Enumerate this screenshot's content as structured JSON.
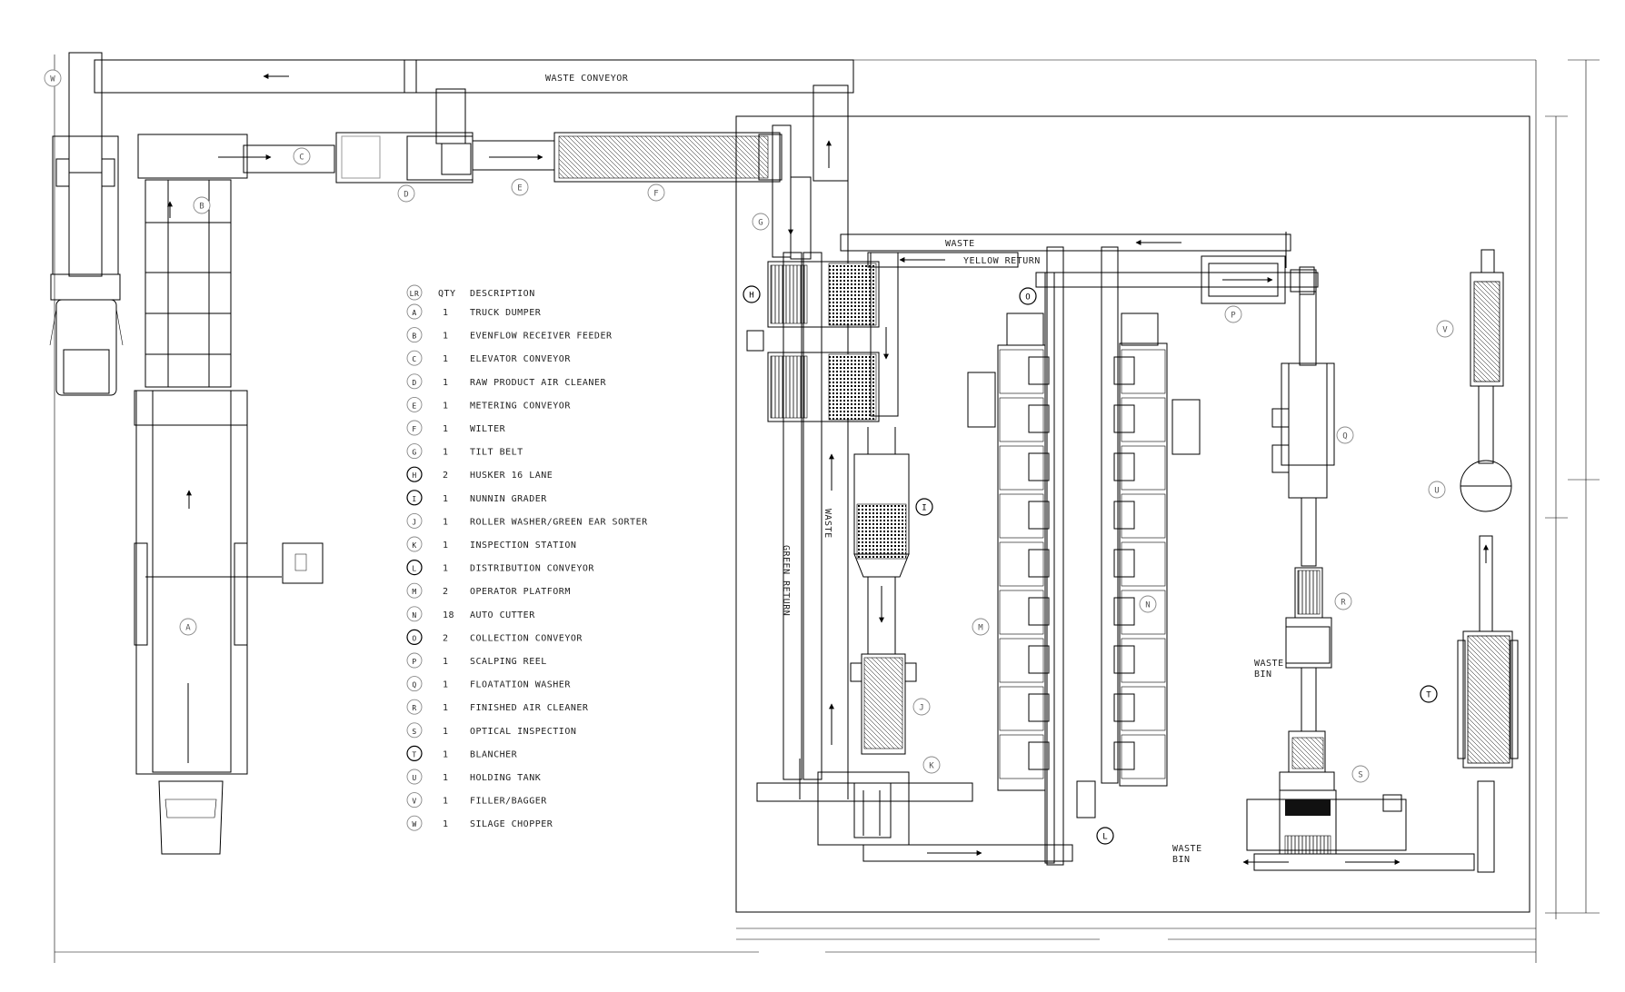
{
  "legend": {
    "header": {
      "code": "LR",
      "qty": "QTY",
      "desc": "DESCRIPTION"
    },
    "items": [
      {
        "code": "A",
        "qty": "1",
        "desc": "TRUCK DUMPER"
      },
      {
        "code": "B",
        "qty": "1",
        "desc": "EVENFLOW RECEIVER FEEDER"
      },
      {
        "code": "C",
        "qty": "1",
        "desc": "ELEVATOR CONVEYOR"
      },
      {
        "code": "D",
        "qty": "1",
        "desc": "RAW PRODUCT AIR CLEANER"
      },
      {
        "code": "E",
        "qty": "1",
        "desc": "METERING CONVEYOR"
      },
      {
        "code": "F",
        "qty": "1",
        "desc": "WILTER"
      },
      {
        "code": "G",
        "qty": "1",
        "desc": "TILT BELT"
      },
      {
        "code": "H",
        "qty": "2",
        "desc": "HUSKER 16 LANE"
      },
      {
        "code": "I",
        "qty": "1",
        "desc": "NUNNIN GRADER"
      },
      {
        "code": "J",
        "qty": "1",
        "desc": "ROLLER WASHER/GREEN EAR SORTER"
      },
      {
        "code": "K",
        "qty": "1",
        "desc": "INSPECTION STATION"
      },
      {
        "code": "L",
        "qty": "1",
        "desc": "DISTRIBUTION CONVEYOR"
      },
      {
        "code": "M",
        "qty": "2",
        "desc": "OPERATOR PLATFORM"
      },
      {
        "code": "N",
        "qty": "18",
        "desc": "AUTO CUTTER"
      },
      {
        "code": "O",
        "qty": "2",
        "desc": "COLLECTION CONVEYOR"
      },
      {
        "code": "P",
        "qty": "1",
        "desc": "SCALPING REEL"
      },
      {
        "code": "Q",
        "qty": "1",
        "desc": "FLOATATION WASHER"
      },
      {
        "code": "R",
        "qty": "1",
        "desc": "FINISHED AIR CLEANER"
      },
      {
        "code": "S",
        "qty": "1",
        "desc": "OPTICAL INSPECTION"
      },
      {
        "code": "T",
        "qty": "1",
        "desc": "BLANCHER"
      },
      {
        "code": "U",
        "qty": "1",
        "desc": "HOLDING TANK"
      },
      {
        "code": "V",
        "qty": "1",
        "desc": "FILLER/BAGGER"
      },
      {
        "code": "W",
        "qty": "1",
        "desc": "SILAGE CHOPPER"
      }
    ]
  },
  "labels": {
    "waste_conveyor": "WASTE CONVEYOR",
    "waste": "WASTE",
    "yellow_return": "YELLOW RETURN",
    "waste_vertical": "WASTE",
    "green_return": "GREEN RETURN",
    "waste_bin_1": "WASTE",
    "waste_bin_1b": "BIN",
    "waste_bin_2": "WASTE",
    "waste_bin_2b": "BIN"
  },
  "markers": {
    "W": "W",
    "B": "B",
    "C": "C",
    "D": "D",
    "E": "E",
    "F": "F",
    "G": "G",
    "H": "H",
    "A": "A",
    "I": "I",
    "J": "J",
    "K": "K",
    "L": "L",
    "M": "M",
    "N": "N",
    "O": "O",
    "P": "P",
    "Q": "Q",
    "R": "R",
    "S": "S",
    "T": "T",
    "U": "U",
    "V": "V"
  },
  "colors": {
    "line": "#000000",
    "marker_light": "#888888",
    "background": "#ffffff"
  }
}
